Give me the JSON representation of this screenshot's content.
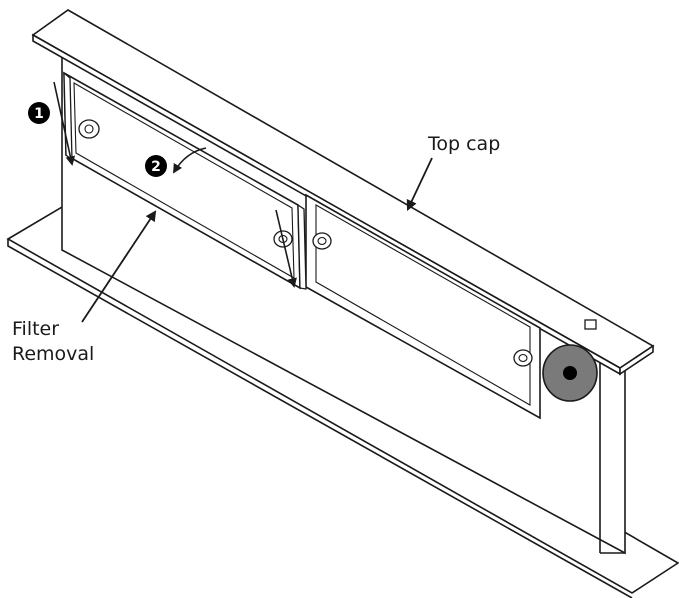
{
  "labels": {
    "top_cap": "Top cap",
    "filter_line1": "Filter",
    "filter_line2": "Removal"
  },
  "steps": {
    "step1": "1",
    "step2": "2"
  },
  "colors": {
    "line": "#1a1a1a",
    "knob_outer": "#7a7a7a",
    "knob_center": "#000000",
    "background": "#ffffff"
  }
}
